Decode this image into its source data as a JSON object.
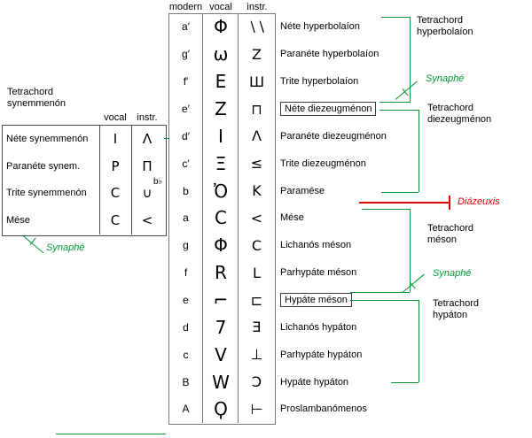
{
  "colors": {
    "green": "#009933",
    "red": "#dd0000"
  },
  "main_table": {
    "headers": {
      "modern": "modern",
      "vocal": "vocal",
      "instr": "instr."
    },
    "rows": [
      {
        "modern": "a′",
        "vocal": "Φ",
        "instr": "∖∖",
        "name": "Néte hyperbolaíon"
      },
      {
        "modern": "g′",
        "vocal": "ω",
        "instr": "Z",
        "name": "Paranéte hyperbolaíon"
      },
      {
        "modern": "f′",
        "vocal": "Ε",
        "instr": "Ш",
        "name": "Trite hyperbolaíon"
      },
      {
        "modern": "e′",
        "vocal": "Ζ",
        "instr": "⊓",
        "name": "Néte diezeugménon"
      },
      {
        "modern": "d′",
        "vocal": "Ι",
        "instr": "Λ",
        "name": "Paranéte diezeugménon"
      },
      {
        "modern": "c′",
        "vocal": "Ξ",
        "instr": "≤",
        "name": "Trite diezeugménon"
      },
      {
        "modern": "b",
        "vocal": "Ὀ",
        "instr": "K",
        "name": "Paramése"
      },
      {
        "modern": "a",
        "vocal": "C",
        "instr": "<",
        "name": "Mése"
      },
      {
        "modern": "g",
        "vocal": "Φ",
        "instr": "C",
        "name": "Lichanós méson"
      },
      {
        "modern": "f",
        "vocal": "R",
        "instr": "L",
        "name": "Parhypáte méson"
      },
      {
        "modern": "e",
        "vocal": "⌐",
        "instr": "⊏",
        "name": "Hypáte méson"
      },
      {
        "modern": "d",
        "vocal": "7",
        "instr": "Ǝ",
        "name": "Lichanós hypáton"
      },
      {
        "modern": "c",
        "vocal": "V",
        "instr": "⊥",
        "name": "Parhypáte hypáton"
      },
      {
        "modern": "B",
        "vocal": "W",
        "instr": "Ɔ",
        "name": "Hypáte hypáton"
      },
      {
        "modern": "A",
        "vocal": "Ϙ",
        "instr": "⊢",
        "name": "Proslambanómenos"
      }
    ]
  },
  "left_panel": {
    "title": "Tetrachord synemmenón",
    "headers": {
      "vocal": "vocal",
      "instr": "instr."
    },
    "rows": [
      {
        "name": "Néte synemmenón",
        "vocal": "Ι",
        "instr": "Λ"
      },
      {
        "name": "Paranéte synem.",
        "vocal": "Ρ",
        "instr": "Π"
      },
      {
        "name": "Trite synemmenón",
        "vocal": "C",
        "instr": "∪"
      },
      {
        "name": "Mése",
        "vocal": "C",
        "instr": "<"
      }
    ],
    "b_flat_note": "b♭",
    "synaphe_label": "Synaphé"
  },
  "annotations": {
    "tetrachord_hyperbolaion": "Tetrachord hyperbolaíon",
    "synaphe_top": "Synaphé",
    "tetrachord_diezeugmenon": "Tetrachord diezeugménon",
    "diazeuxis": "Diázeuxis",
    "tetrachord_meson": "Tetrachord méson",
    "synaphe_bottom": "Synaphé",
    "tetrachord_hypaton": "Tetrachord hypáton"
  }
}
